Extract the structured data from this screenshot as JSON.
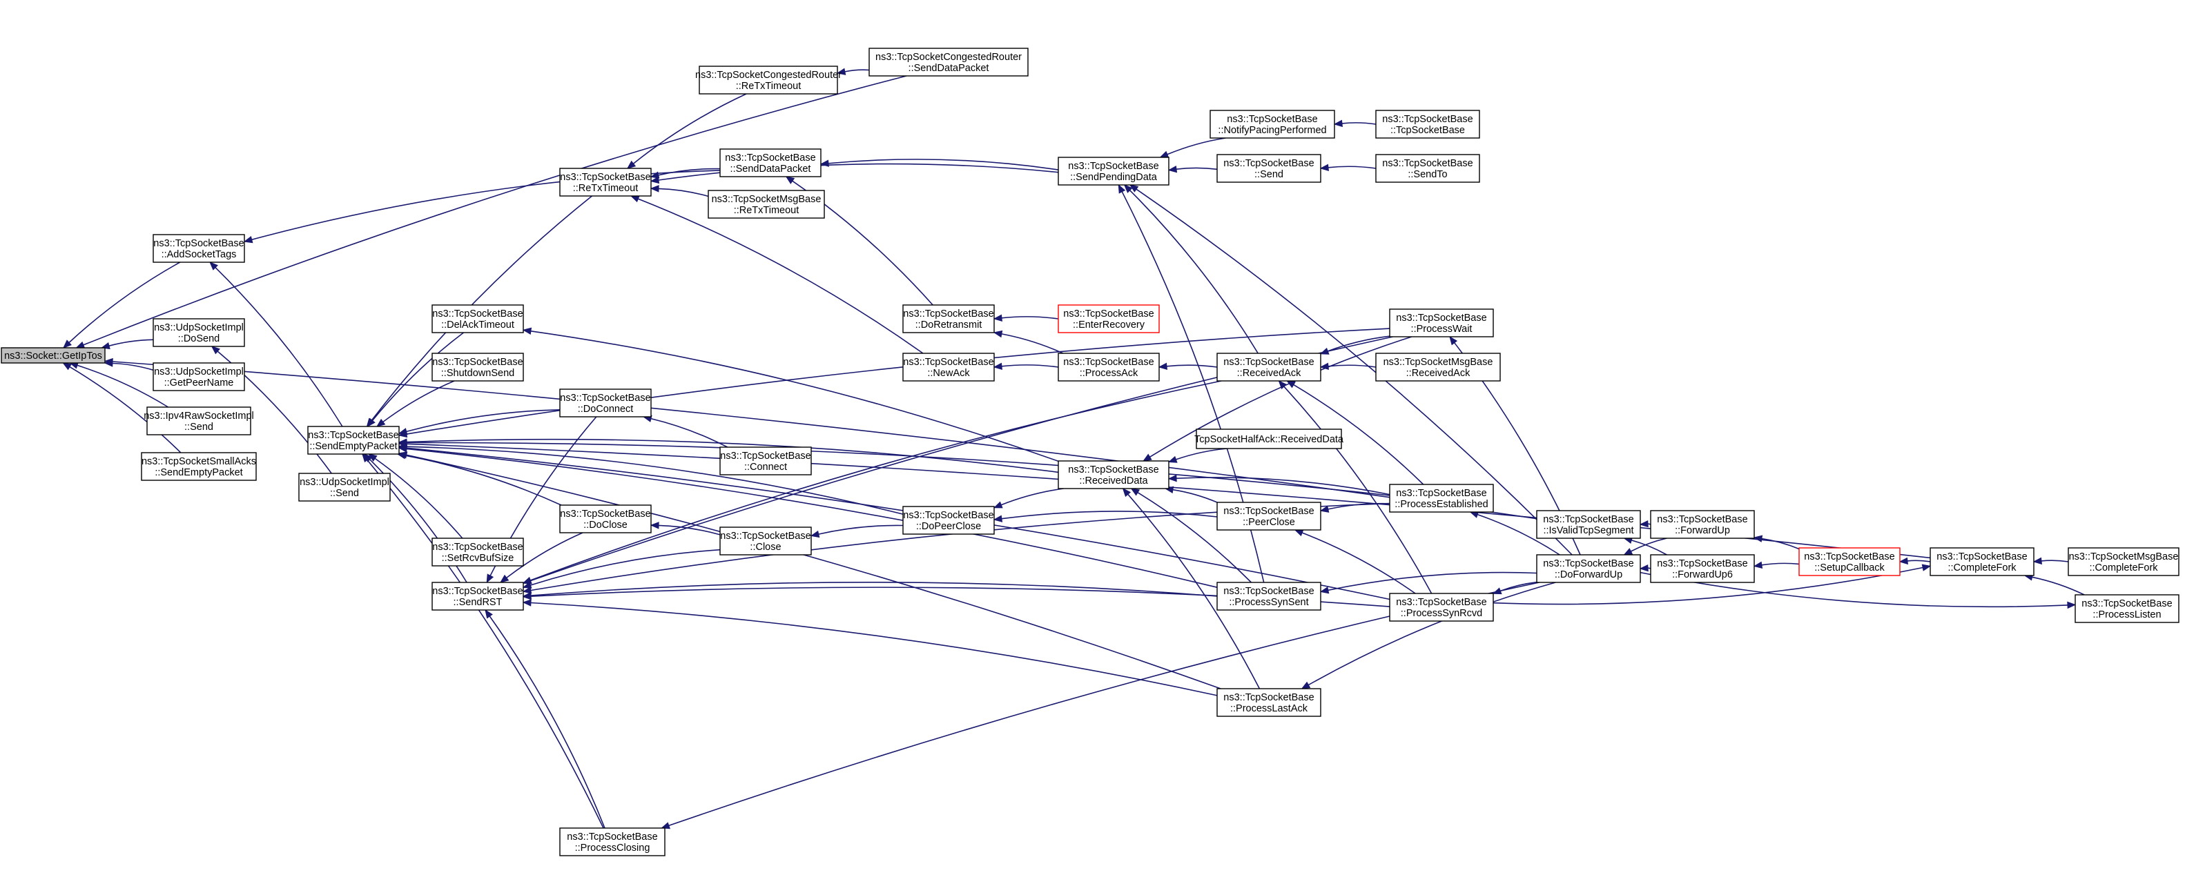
{
  "graph": {
    "nodes": [
      {
        "id": "getiptos",
        "lines": [
          "ns3::Socket::GetIpTos"
        ],
        "style": "focus"
      },
      {
        "id": "addsockettags",
        "lines": [
          "ns3::TcpSocketBase",
          "::AddSocketTags"
        ]
      },
      {
        "id": "udp_dosend",
        "lines": [
          "ns3::UdpSocketImpl",
          "::DoSend"
        ]
      },
      {
        "id": "udp_getpeername",
        "lines": [
          "ns3::UdpSocketImpl",
          "::GetPeerName"
        ]
      },
      {
        "id": "ipv4raw_send",
        "lines": [
          "ns3::Ipv4RawSocketImpl",
          "::Send"
        ]
      },
      {
        "id": "smallacks_sendempty",
        "lines": [
          "ns3::TcpSocketSmallAcks",
          "::SendEmptyPacket"
        ]
      },
      {
        "id": "sendemptypacket",
        "lines": [
          "ns3::TcpSocketBase",
          "::SendEmptyPacket"
        ]
      },
      {
        "id": "udp_send",
        "lines": [
          "ns3::UdpSocketImpl",
          "::Send"
        ]
      },
      {
        "id": "delacktimeout",
        "lines": [
          "ns3::TcpSocketBase",
          "::DelAckTimeout"
        ]
      },
      {
        "id": "shutdownsend",
        "lines": [
          "ns3::TcpSocketBase",
          "::ShutdownSend"
        ]
      },
      {
        "id": "doconnect",
        "lines": [
          "ns3::TcpSocketBase",
          "::DoConnect"
        ]
      },
      {
        "id": "doclose",
        "lines": [
          "ns3::TcpSocketBase",
          "::DoClose"
        ]
      },
      {
        "id": "setrcvbufsize",
        "lines": [
          "ns3::TcpSocketBase",
          "::SetRcvBufSize"
        ]
      },
      {
        "id": "sendrst",
        "lines": [
          "ns3::TcpSocketBase",
          "::SendRST"
        ]
      },
      {
        "id": "processclosing",
        "lines": [
          "ns3::TcpSocketBase",
          "::ProcessClosing"
        ]
      },
      {
        "id": "retxtimeout",
        "lines": [
          "ns3::TcpSocketBase",
          "::ReTxTimeout"
        ]
      },
      {
        "id": "cong_retx",
        "lines": [
          "ns3::TcpSocketCongestedRouter",
          "::ReTxTimeout"
        ]
      },
      {
        "id": "senddatapacket",
        "lines": [
          "ns3::TcpSocketBase",
          "::SendDataPacket"
        ]
      },
      {
        "id": "cong_senddata",
        "lines": [
          "ns3::TcpSocketCongestedRouter",
          "::SendDataPacket"
        ]
      },
      {
        "id": "msg_retx",
        "lines": [
          "ns3::TcpSocketMsgBase",
          "::ReTxTimeout"
        ]
      },
      {
        "id": "connect",
        "lines": [
          "ns3::TcpSocketBase",
          "::Connect"
        ]
      },
      {
        "id": "close",
        "lines": [
          "ns3::TcpSocketBase",
          "::Close"
        ]
      },
      {
        "id": "doretransmit",
        "lines": [
          "ns3::TcpSocketBase",
          "::DoRetransmit"
        ]
      },
      {
        "id": "newack",
        "lines": [
          "ns3::TcpSocketBase",
          "::NewAck"
        ]
      },
      {
        "id": "dopeerclose",
        "lines": [
          "ns3::TcpSocketBase",
          "::DoPeerClose"
        ]
      },
      {
        "id": "enterrecovery",
        "lines": [
          "ns3::TcpSocketBase",
          "::EnterRecovery"
        ],
        "style": "truncated"
      },
      {
        "id": "processack",
        "lines": [
          "ns3::TcpSocketBase",
          "::ProcessAck"
        ]
      },
      {
        "id": "sendpendingdata",
        "lines": [
          "ns3::TcpSocketBase",
          "::SendPendingData"
        ]
      },
      {
        "id": "receiveddata",
        "lines": [
          "ns3::TcpSocketBase",
          "::ReceivedData"
        ]
      },
      {
        "id": "notifypacing",
        "lines": [
          "ns3::TcpSocketBase",
          "::NotifyPacingPerformed"
        ]
      },
      {
        "id": "send",
        "lines": [
          "ns3::TcpSocketBase",
          "::Send"
        ]
      },
      {
        "id": "receivedack",
        "lines": [
          "ns3::TcpSocketBase",
          "::ReceivedAck"
        ]
      },
      {
        "id": "halfack",
        "lines": [
          "TcpSocketHalfAck::ReceivedData"
        ]
      },
      {
        "id": "peerclose",
        "lines": [
          "ns3::TcpSocketBase",
          "::PeerClose"
        ]
      },
      {
        "id": "processsynsent",
        "lines": [
          "ns3::TcpSocketBase",
          "::ProcessSynSent"
        ]
      },
      {
        "id": "processlastack",
        "lines": [
          "ns3::TcpSocketBase",
          "::ProcessLastAck"
        ]
      },
      {
        "id": "tcpsocketbase",
        "lines": [
          "ns3::TcpSocketBase",
          "::TcpSocketBase"
        ]
      },
      {
        "id": "sendto",
        "lines": [
          "ns3::TcpSocketBase",
          "::SendTo"
        ]
      },
      {
        "id": "processwait",
        "lines": [
          "ns3::TcpSocketBase",
          "::ProcessWait"
        ]
      },
      {
        "id": "msg_receivedack",
        "lines": [
          "ns3::TcpSocketMsgBase",
          "::ReceivedAck"
        ]
      },
      {
        "id": "processestablished",
        "lines": [
          "ns3::TcpSocketBase",
          "::ProcessEstablished"
        ]
      },
      {
        "id": "processsynrcvd",
        "lines": [
          "ns3::TcpSocketBase",
          "::ProcessSynRcvd"
        ]
      },
      {
        "id": "isvalidtcpsegment",
        "lines": [
          "ns3::TcpSocketBase",
          "::IsValidTcpSegment"
        ]
      },
      {
        "id": "doforwardup",
        "lines": [
          "ns3::TcpSocketBase",
          "::DoForwardUp"
        ]
      },
      {
        "id": "forwardup",
        "lines": [
          "ns3::TcpSocketBase",
          "::ForwardUp"
        ]
      },
      {
        "id": "forwardup6",
        "lines": [
          "ns3::TcpSocketBase",
          "::ForwardUp6"
        ]
      },
      {
        "id": "setupcallback",
        "lines": [
          "ns3::TcpSocketBase",
          "::SetupCallback"
        ],
        "style": "truncated"
      },
      {
        "id": "completefork",
        "lines": [
          "ns3::TcpSocketBase",
          "::CompleteFork"
        ]
      },
      {
        "id": "msg_completefork",
        "lines": [
          "ns3::TcpSocketMsgBase",
          "::CompleteFork"
        ]
      },
      {
        "id": "processlisten",
        "lines": [
          "ns3::TcpSocketBase",
          "::ProcessListen"
        ]
      }
    ],
    "edges": [
      [
        "addsockettags",
        "getiptos"
      ],
      [
        "udp_dosend",
        "getiptos"
      ],
      [
        "udp_getpeername",
        "getiptos"
      ],
      [
        "ipv4raw_send",
        "getiptos"
      ],
      [
        "smallacks_sendempty",
        "getiptos"
      ],
      [
        "cong_senddata",
        "getiptos"
      ],
      [
        "isvalidtcpsegment",
        "getiptos"
      ],
      [
        "sendemptypacket",
        "addsockettags"
      ],
      [
        "senddatapacket",
        "addsockettags"
      ],
      [
        "udp_send",
        "udp_dosend"
      ],
      [
        "delacktimeout",
        "sendemptypacket"
      ],
      [
        "shutdownsend",
        "sendemptypacket"
      ],
      [
        "doconnect",
        "sendemptypacket"
      ],
      [
        "doclose",
        "sendemptypacket"
      ],
      [
        "setrcvbufsize",
        "sendemptypacket"
      ],
      [
        "sendrst",
        "sendemptypacket"
      ],
      [
        "processclosing",
        "sendemptypacket"
      ],
      [
        "retxtimeout",
        "sendemptypacket"
      ],
      [
        "dopeerclose",
        "sendemptypacket"
      ],
      [
        "receiveddata",
        "sendemptypacket"
      ],
      [
        "processwait",
        "sendemptypacket"
      ],
      [
        "processestablished",
        "sendemptypacket"
      ],
      [
        "processsynsent",
        "sendemptypacket"
      ],
      [
        "processsynrcvd",
        "sendemptypacket"
      ],
      [
        "processlastack",
        "sendemptypacket"
      ],
      [
        "completefork",
        "sendemptypacket"
      ],
      [
        "receiveddata",
        "delacktimeout"
      ],
      [
        "connect",
        "doconnect"
      ],
      [
        "close",
        "doclose"
      ],
      [
        "doconnect",
        "sendrst"
      ],
      [
        "doclose",
        "sendrst"
      ],
      [
        "close",
        "sendrst"
      ],
      [
        "receivedack",
        "sendrst"
      ],
      [
        "processestablished",
        "sendrst"
      ],
      [
        "processsynsent",
        "sendrst"
      ],
      [
        "processsynrcvd",
        "sendrst"
      ],
      [
        "processlastack",
        "sendrst"
      ],
      [
        "processwait",
        "sendrst"
      ],
      [
        "processclosing",
        "sendrst"
      ],
      [
        "cong_retx",
        "retxtimeout"
      ],
      [
        "senddatapacket",
        "retxtimeout"
      ],
      [
        "msg_retx",
        "retxtimeout"
      ],
      [
        "newack",
        "retxtimeout"
      ],
      [
        "sendpendingdata",
        "retxtimeout"
      ],
      [
        "cong_senddata",
        "cong_retx"
      ],
      [
        "sendpendingdata",
        "senddatapacket"
      ],
      [
        "doretransmit",
        "senddatapacket"
      ],
      [
        "dopeerclose",
        "close"
      ],
      [
        "enterrecovery",
        "doretransmit"
      ],
      [
        "processack",
        "doretransmit"
      ],
      [
        "processack",
        "newack"
      ],
      [
        "receiveddata",
        "dopeerclose"
      ],
      [
        "peerclose",
        "dopeerclose"
      ],
      [
        "receivedack",
        "processack"
      ],
      [
        "notifypacing",
        "sendpendingdata"
      ],
      [
        "send",
        "sendpendingdata"
      ],
      [
        "receivedack",
        "sendpendingdata"
      ],
      [
        "processsynsent",
        "sendpendingdata"
      ],
      [
        "doforwardup",
        "sendpendingdata"
      ],
      [
        "halfack",
        "receiveddata"
      ],
      [
        "peerclose",
        "receiveddata"
      ],
      [
        "processestablished",
        "receiveddata"
      ],
      [
        "processlastack",
        "receiveddata"
      ],
      [
        "processsynsent",
        "receiveddata"
      ],
      [
        "processwait",
        "receiveddata"
      ],
      [
        "tcpsocketbase",
        "notifypacing"
      ],
      [
        "sendto",
        "send"
      ],
      [
        "processwait",
        "receivedack"
      ],
      [
        "msg_receivedack",
        "receivedack"
      ],
      [
        "processestablished",
        "receivedack"
      ],
      [
        "processsynrcvd",
        "receivedack"
      ],
      [
        "processestablished",
        "peerclose"
      ],
      [
        "processsynrcvd",
        "peerclose"
      ],
      [
        "doforwardup",
        "processsynsent"
      ],
      [
        "doforwardup",
        "processlastack"
      ],
      [
        "doforwardup",
        "processwait"
      ],
      [
        "doforwardup",
        "processestablished"
      ],
      [
        "doforwardup",
        "processsynrcvd"
      ],
      [
        "doforwardup",
        "processclosing"
      ],
      [
        "forwardup",
        "isvalidtcpsegment"
      ],
      [
        "forwardup6",
        "isvalidtcpsegment"
      ],
      [
        "forwardup",
        "doforwardup"
      ],
      [
        "forwardup6",
        "doforwardup"
      ],
      [
        "setupcallback",
        "forwardup"
      ],
      [
        "setupcallback",
        "forwardup6"
      ],
      [
        "completefork",
        "setupcallback"
      ],
      [
        "msg_completefork",
        "completefork"
      ],
      [
        "processlisten",
        "completefork"
      ],
      [
        "doforwardup",
        "processlisten"
      ],
      [
        "processsynrcvd",
        "completefork"
      ]
    ]
  }
}
